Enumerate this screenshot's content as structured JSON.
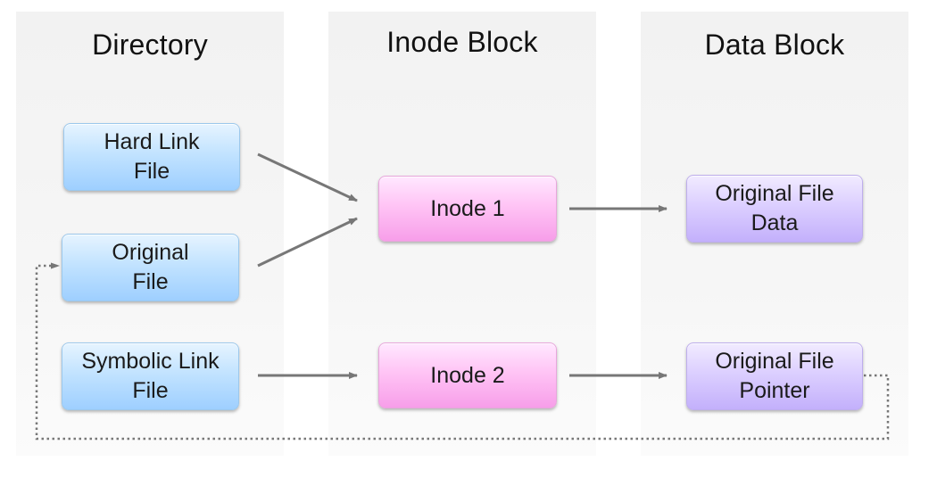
{
  "columns": {
    "directory": {
      "title": "Directory"
    },
    "inode": {
      "title": "Inode Block"
    },
    "data": {
      "title": "Data Block"
    }
  },
  "nodes": {
    "hard_link_file": "Hard Link\nFile",
    "original_file": "Original\nFile",
    "symbolic_link_file": "Symbolic Link\nFile",
    "inode_1": "Inode 1",
    "inode_2": "Inode 2",
    "original_file_data": "Original File\nData",
    "original_file_pointer": "Original File\nPointer"
  },
  "colors": {
    "column_bg": "#f4f4f4",
    "directory_node": "#c2e3ff",
    "inode_node": "#ffc4f5",
    "data_node": "#dccfff",
    "arrow": "#777777"
  }
}
